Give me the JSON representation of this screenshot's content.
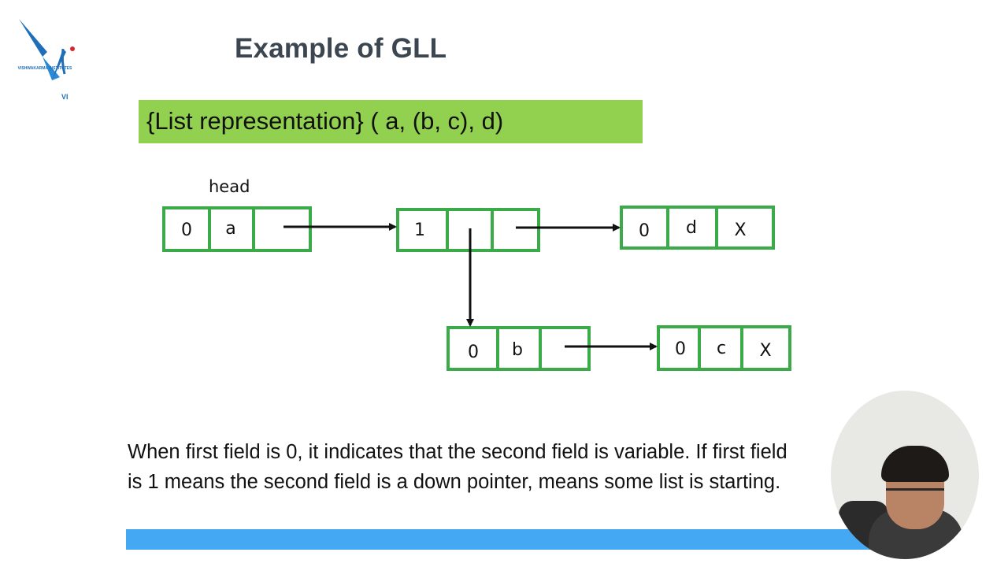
{
  "slide": {
    "title": "Example of GLL",
    "banner_text": "{List representation} ( a, (b, c), d)",
    "description_lines": [
      "When first field is 0, it indicates that the second field is variable. If first field",
      "is 1 means the second field is a down pointer, means some list is starting."
    ],
    "footer_bar_color": "#45a8f2",
    "banner_color": "#92d050"
  },
  "logo": {
    "brand_text": "VISHWAKARMA INSTITUTES",
    "mark_text": "VI"
  },
  "diagram": {
    "head_label": "head",
    "node_border_color": "#3aab48",
    "nodes": [
      {
        "id": "node-a",
        "fields": [
          "0",
          "a",
          ""
        ]
      },
      {
        "id": "node-sublist",
        "fields": [
          "1",
          "",
          ""
        ]
      },
      {
        "id": "node-d",
        "fields": [
          "0",
          "d",
          "X"
        ]
      },
      {
        "id": "node-b",
        "fields": [
          "0",
          "b",
          ""
        ]
      },
      {
        "id": "node-c",
        "fields": [
          "0",
          "c",
          "X"
        ]
      }
    ]
  },
  "webcam": {
    "icon": "presenter-webcam"
  }
}
